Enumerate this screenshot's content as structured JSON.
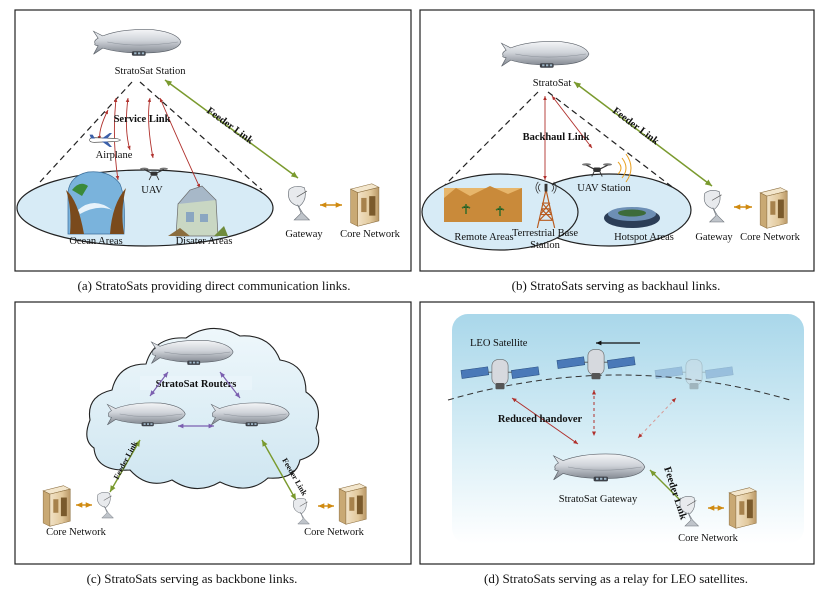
{
  "panels": {
    "a": {
      "caption": "(a) StratoSats providing direct communication links.",
      "station": "StratoSat Station",
      "service_link": "Service Link",
      "feeder_link": "Feeder Link",
      "airplane": "Airplane",
      "uav": "UAV",
      "ocean": "Ocean Areas",
      "disaster": "Disater Areas",
      "gateway": "Gateway",
      "core": "Core Network"
    },
    "b": {
      "caption": "(b) StratoSats serving as backhaul links.",
      "stratosat": "StratoSat",
      "backhaul": "Backhaul Link",
      "feeder_link": "Feeder Link",
      "uav_station": "UAV Station",
      "remote": "Remote Areas",
      "terrestrial_1": "Terrestrial Base",
      "terrestrial_2": "Station",
      "hotspot": "Hotspot Areas",
      "gateway": "Gateway",
      "core": "Core Network"
    },
    "c": {
      "caption": "(c) StratoSats serving as backbone links.",
      "routers": "StratoSat Routers",
      "feeder_left": "Feeder Link",
      "feeder_right": "Feeder Link",
      "core_left": "Core Network",
      "core_right": "Core Network"
    },
    "d": {
      "caption": "(d) StratoSats  serving as a relay for LEO satellites.",
      "leo": "LEO Satellite",
      "handover": "Reduced handover",
      "gateway": "StratoSat Gateway",
      "feeder_link": "Feeder Link",
      "core": "Core Network"
    }
  },
  "colors": {
    "service_arrow": "#b0302c",
    "feeder_arrow": "#7a9a2e",
    "core_arrow": "#d08a10",
    "backbone_arrow": "#7b5fb0",
    "ellipse_fill": "#d7ebf6",
    "sky_top": "#b9e0ef",
    "sky_bottom": "#ffffff"
  },
  "icons": [
    "airship-icon",
    "gateway-dish-icon",
    "server-icon",
    "airplane-icon",
    "drone-icon",
    "tower-icon",
    "satellite-icon",
    "cloud-icon"
  ]
}
